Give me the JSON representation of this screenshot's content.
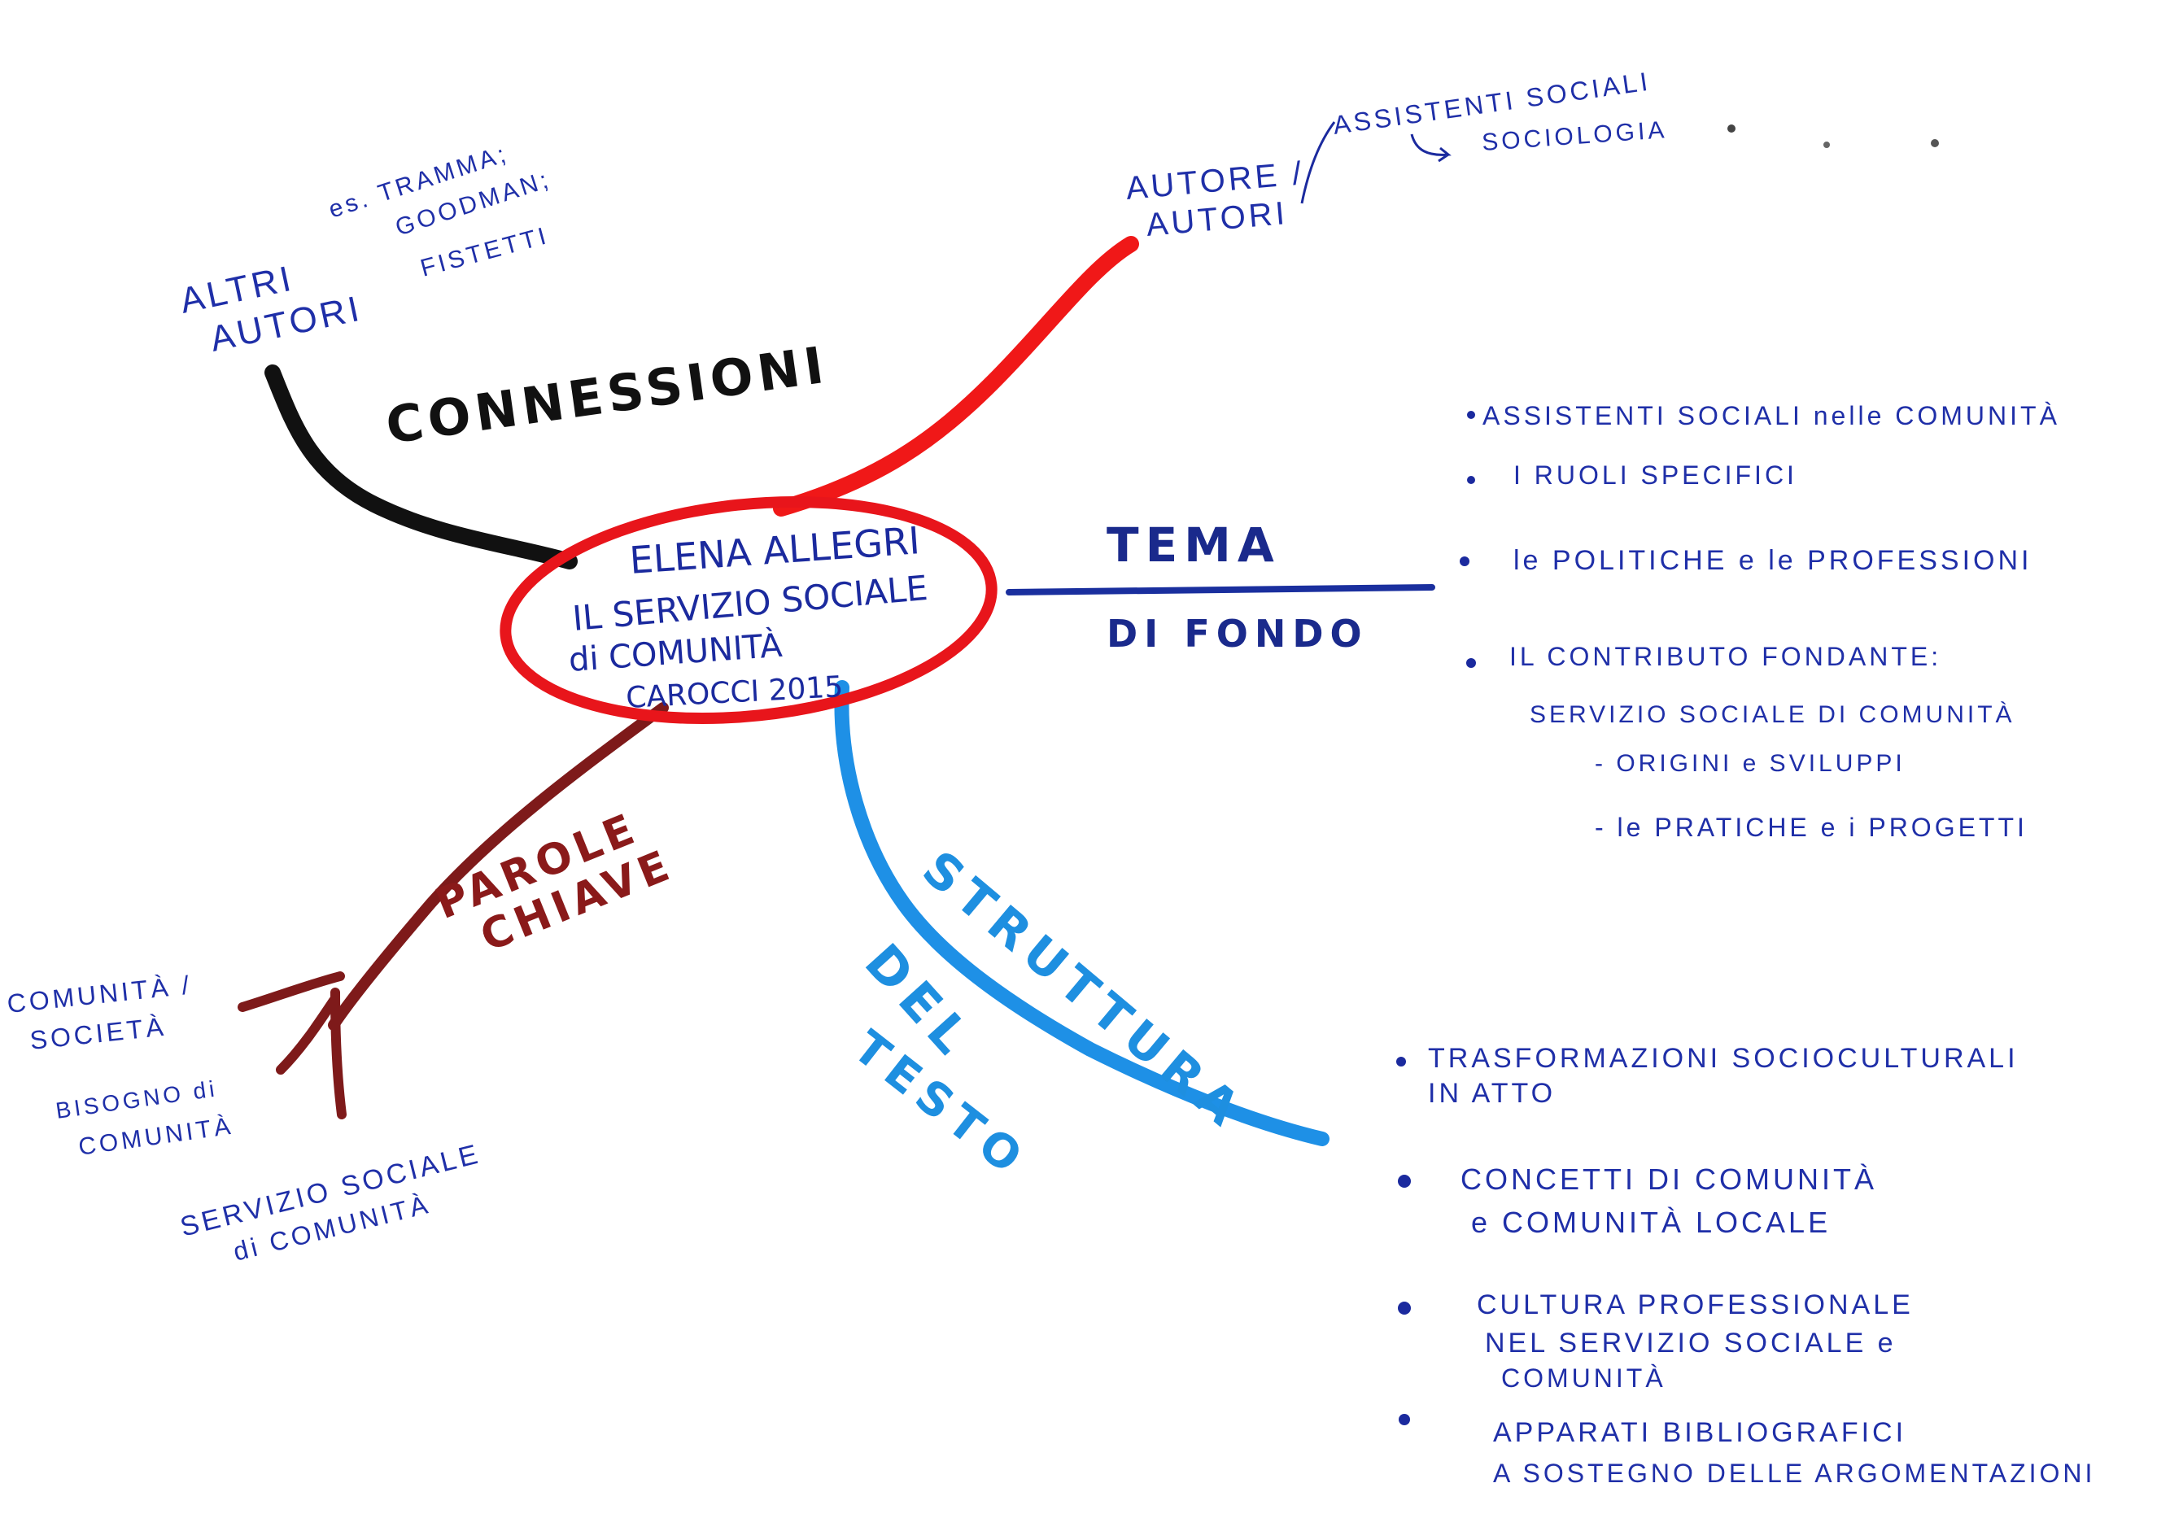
{
  "center": {
    "line1": "ELENA ALLEGRI",
    "line2": "IL SERVIZIO SOCIALE",
    "line3": "di COMUNITÀ",
    "line4": "CAROCCI 2015"
  },
  "branches": {
    "connessioni": {
      "label": "CONNESSIONI",
      "note_line1": "ALTRI",
      "note_line2": "AUTORI",
      "authors_line1": "es. TRAMMA;",
      "authors_line2": "GOODMAN;",
      "authors_line3": "FISTETTI"
    },
    "autore": {
      "label_line1": "AUTORE /",
      "label_line2": "AUTORI",
      "detail_line1": "ASSISTENTI SOCIALI",
      "detail_line2": "SOCIOLOGIA"
    },
    "tema": {
      "label_line1": "TEMA",
      "label_line2": "DI FONDO",
      "items": [
        "ASSISTENTI SOCIALI nelle COMUNITÀ",
        "I RUOLI SPECIFICI",
        "le POLITICHE e le PROFESSIONI",
        "IL CONTRIBUTO FONDANTE:"
      ],
      "sub_title": "SERVIZIO SOCIALE DI COMUNITÀ",
      "sub_items": [
        "- ORIGINI e SVILUPPI",
        "- le PRATICHE e i PROGETTI"
      ]
    },
    "struttura": {
      "label_line1": "STRUTTURA",
      "label_line2": "DEL",
      "label_line3": "TESTO",
      "items": [
        [
          "TRASFORMAZIONI SOCIOCULTURALI",
          "IN ATTO"
        ],
        [
          "CONCETTI DI COMUNITÀ",
          "e COMUNITÀ LOCALE"
        ],
        [
          "CULTURA PROFESSIONALE",
          "NEL SERVIZIO SOCIALE e",
          "COMUNITÀ"
        ],
        [
          "APPARATI BIBLIOGRAFICI",
          "A SOSTEGNO DELLE ARGOMENTAZIONI"
        ]
      ]
    },
    "parole": {
      "label_line1": "PAROLE",
      "label_line2": "CHIAVE",
      "kw1_line1": "COMUNITÀ /",
      "kw1_line2": "SOCIETÀ",
      "kw2_line1": "BISOGNO di",
      "kw2_line2": "COMUNITÀ",
      "kw3_line1": "SERVIZIO SOCIALE",
      "kw3_line2": "di COMUNITÀ"
    }
  },
  "colors": {
    "center_ring": "#e8151b",
    "autore_branch": "#f01818",
    "connessioni_branch": "#111111",
    "tema_branch": "#1a2f9e",
    "struttura_branch": "#1e90e6",
    "parole_branch": "#7e1a1a",
    "handwriting": "#1b2a9e"
  }
}
